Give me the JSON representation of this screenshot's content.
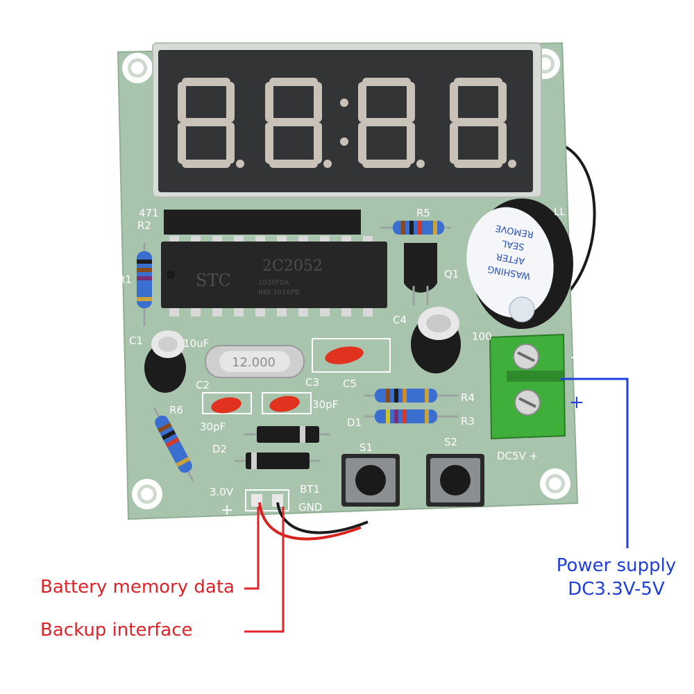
{
  "image": {
    "subject": "4-digit 7-segment LED clock kit PCB",
    "colors": {
      "pcb": "#a9c4ad",
      "display": "#3a3a3a",
      "segment": "#c9c2b8",
      "terminal": "#3fae3a",
      "annotation_red": "#e0222a",
      "annotation_blue": "#1f3ddc"
    }
  },
  "silkscreen": {
    "r471": "471",
    "r2": "R2",
    "r1": "R1",
    "r5": "R5",
    "q1": "Q1",
    "c4": "C4",
    "c1": "C1",
    "c1_value": "10uF",
    "c2": "C2",
    "c3": "C3",
    "c5": "C5",
    "c2_value": "30pF",
    "c3_value": "30pF",
    "r6": "R6",
    "r4": "R4",
    "r3": "R3",
    "d1": "D1",
    "d2": "D2",
    "s1": "S1",
    "s2": "S2",
    "bt1": "BT1",
    "volt_3v": "3.0V",
    "gnd": "GND",
    "plus_left": "+",
    "dc5v": "DC5V +",
    "minus": "-",
    "plus": "+",
    "ll": "LL",
    "r100": "100"
  },
  "chip": {
    "logo": "STC",
    "part": "2C2052",
    "line1": "1030F0A",
    "line2": "IND 1016PB"
  },
  "crystal": {
    "marking": "12.000"
  },
  "buzzer": {
    "sticker": [
      "WASHING",
      "AFTER",
      "SEAL",
      "REMOVE"
    ]
  },
  "annotations": {
    "battery_line1": "Battery memory data",
    "battery_line2": "Backup interface",
    "power_line1": "Power supply",
    "power_line2": "DC3.3V-5V"
  }
}
